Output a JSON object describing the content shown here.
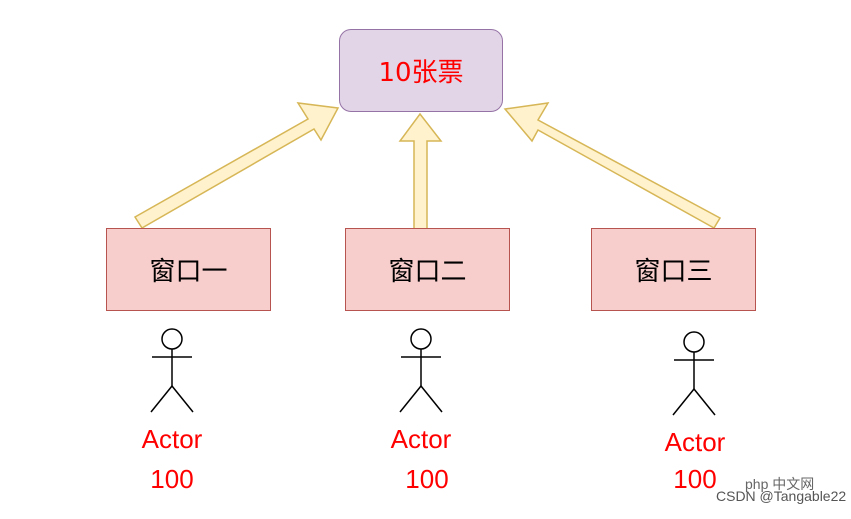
{
  "top_box": {
    "label": "10张票"
  },
  "windows": [
    {
      "label": "窗口一"
    },
    {
      "label": "窗口二"
    },
    {
      "label": "窗口三"
    }
  ],
  "actors": [
    {
      "name": "Actor",
      "value": "100"
    },
    {
      "name": "Actor",
      "value": "100"
    },
    {
      "name": "Actor",
      "value": "100"
    }
  ],
  "watermark": {
    "logo": "php 中文网",
    "text": "CSDN @Tangable22"
  },
  "colors": {
    "top_fill": "#e1d5e7",
    "top_border": "#9673a6",
    "window_fill": "#f8cecc",
    "window_border": "#b85450",
    "arrow_fill": "#fff2cc",
    "arrow_border": "#d6b656",
    "label_red": "#ff0000"
  }
}
